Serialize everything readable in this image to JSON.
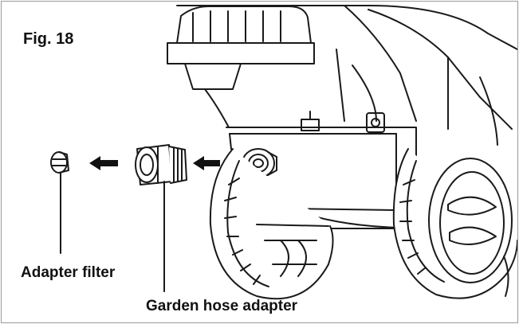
{
  "figure": {
    "label": "Fig. 18"
  },
  "callouts": {
    "adapter_filter": "Adapter filter",
    "garden_hose_adapter": "Garden hose adapter"
  },
  "colors": {
    "line": "#1a1a1a",
    "fill": "#ffffff",
    "frame": "#9a9a9a"
  }
}
